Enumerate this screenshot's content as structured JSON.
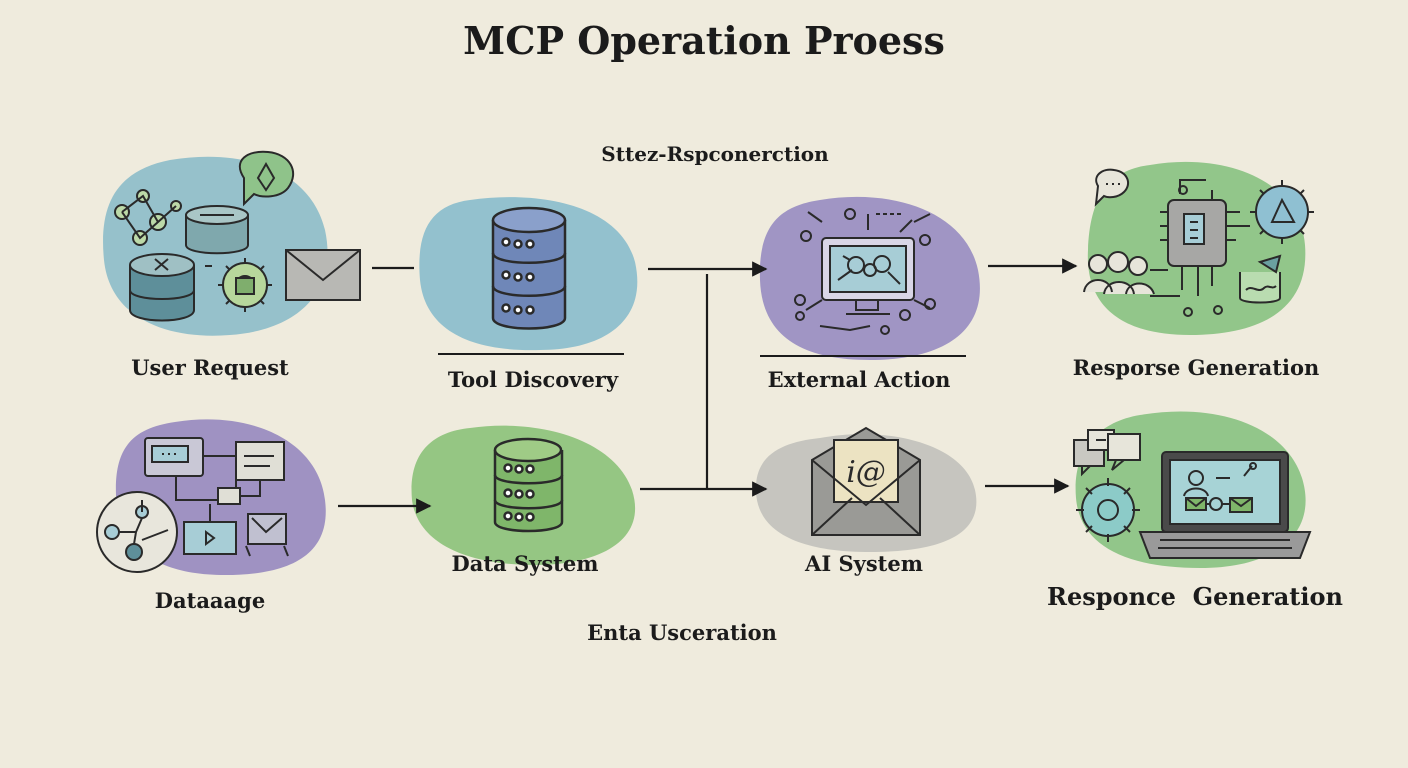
{
  "title": "MCP Operation Proess",
  "subtitle_top": "Sttez-Rspconerction",
  "subtitle_bottom": "Enta Usceration",
  "nodes": {
    "user_request": {
      "label": "User Request",
      "color": "#8cbcc9",
      "icon": "user-request-cluster-icon"
    },
    "tool_discovery": {
      "label": "Tool Discovery",
      "color": "#8dbfcc",
      "icon": "database-icon"
    },
    "external_action": {
      "label": "External Action",
      "color": "#9b90c2",
      "icon": "monitor-network-icon"
    },
    "response_generation_top": {
      "label": "Resporse Generation",
      "color": "#8cc485",
      "icon": "chip-gear-icon"
    },
    "dataaage": {
      "label": "Dataaage",
      "color": "#9a8dc0",
      "icon": "flowchart-cluster-icon"
    },
    "data_system": {
      "label": "Data System",
      "color": "#8fc47d",
      "icon": "database-icon"
    },
    "ai_system": {
      "label": "AI System",
      "color": "#c3c3bd",
      "icon": "envelope-at-icon",
      "icon_text": "i@"
    },
    "response_generation_bottom": {
      "label": "Responce  Generation",
      "color": "#8cc485",
      "icon": "laptop-gear-icon"
    }
  },
  "colors": {
    "background": "#efebdd",
    "line": "#1b1b1b"
  }
}
